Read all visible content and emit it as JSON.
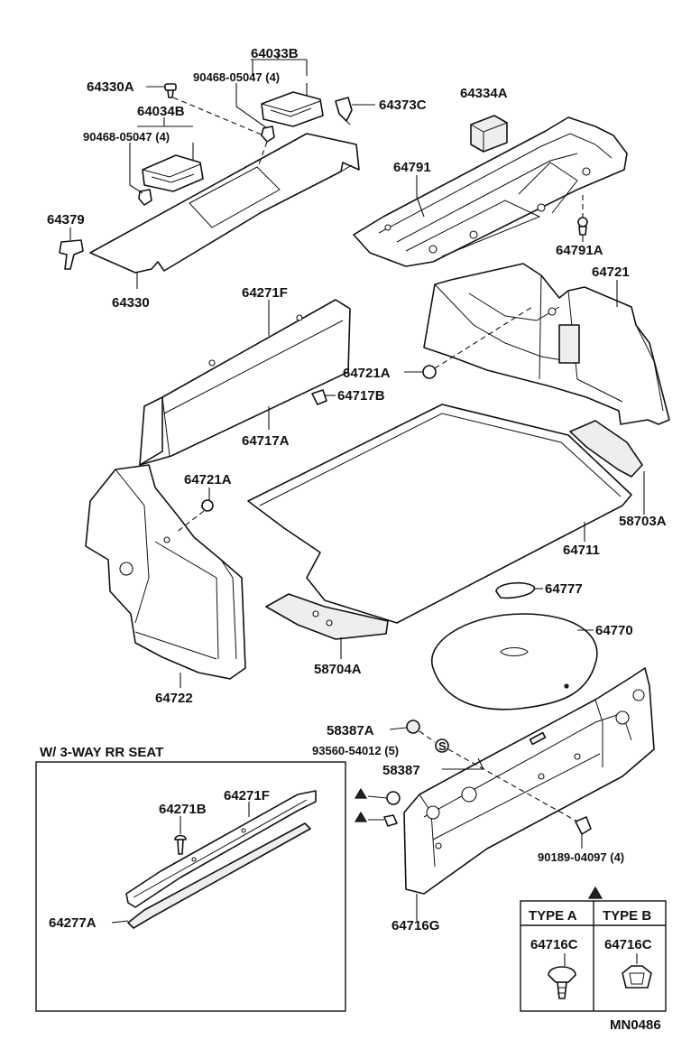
{
  "labels": {
    "l_64033B": "64033B",
    "l_90468_05047_4_top": "90468-05047 (4)",
    "l_64330A": "64330A",
    "l_64034B": "64034B",
    "l_90468_05047_4_left": "90468-05047 (4)",
    "l_64373C": "64373C",
    "l_64334A": "64334A",
    "l_64791": "64791",
    "l_64379": "64379",
    "l_64330": "64330",
    "l_64791A": "64791A",
    "l_64721": "64721",
    "l_64271F_top": "64271F",
    "l_64721A_mid": "64721A",
    "l_64717B": "64717B",
    "l_64717A": "64717A",
    "l_64721A_left": "64721A",
    "l_58703A": "58703A",
    "l_64711": "64711",
    "l_64777": "64777",
    "l_64770": "64770",
    "l_58704A": "58704A",
    "l_64722": "64722",
    "l_58387A": "58387A",
    "l_93560": "93560-54012 (5)",
    "l_58387": "58387",
    "l_90189": "90189-04097 (4)",
    "l_64716G": "64716G"
  },
  "inset": {
    "title": "W/ 3-WAY RR SEAT",
    "l_64271B": "64271B",
    "l_64271F": "64271F",
    "l_64277A": "64277A"
  },
  "type_table": {
    "header_a": "TYPE A",
    "header_b": "TYPE B",
    "part_a": "64716C",
    "part_b": "64716C"
  },
  "footer_code": "MN0486"
}
